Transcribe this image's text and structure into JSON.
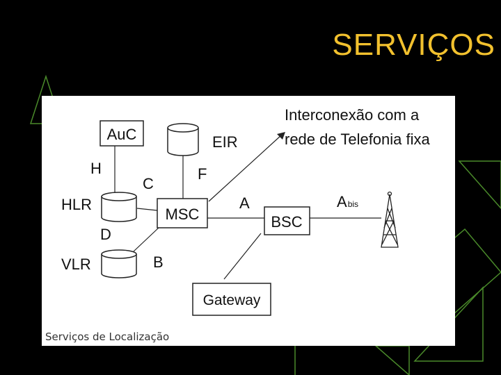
{
  "slide": {
    "title": "SERVIÇOS",
    "title_color": "#f2c12e",
    "accent_color": "#4a8a2a"
  },
  "diagram": {
    "caption": "Serviços de Localização",
    "nodes": {
      "auc": "AuC",
      "eir": "EIR",
      "hlr": "HLR",
      "vlr": "VLR",
      "msc": "MSC",
      "bsc": "BSC",
      "gateway": "Gateway",
      "bts": "antenna-tower-icon"
    },
    "interfaces": {
      "h": "H",
      "c": "C",
      "f": "F",
      "d": "D",
      "b": "B",
      "a": "A",
      "abis_main": "A",
      "abis_sub": "bis"
    },
    "external": {
      "line1": "Interconexão com a",
      "line2": "rede de Telefonia fixa"
    }
  }
}
